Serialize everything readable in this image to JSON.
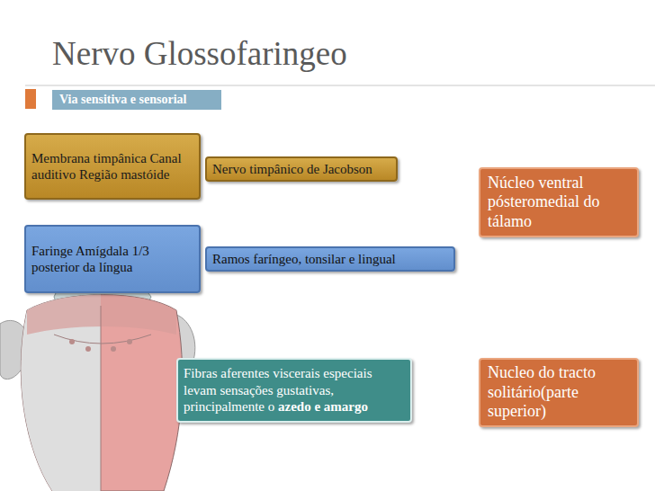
{
  "diagram": {
    "title": "Nervo Glossofaringeo",
    "nodes": [
      {
        "text": [
          "Via sensitiva e sensorial"
        ]
      },
      {
        "text": [
          "Membrana timpânica Canal auditivo Região mastóide"
        ]
      },
      {
        "text": [
          "Nervo timpânico de Jacobson"
        ]
      },
      {
        "text": [
          "Núcleo ventral pósteromedial do tálamo"
        ]
      },
      {
        "text": [
          "Faringe Amígdala 1/3 posterior da língua"
        ]
      },
      {
        "text": [
          "Ramos faríngeo, tonsilar e lingual"
        ]
      },
      {
        "text": [
          "Fibras aferentes viscerais especiais levam sensações gustativas, principalmente o",
          "azedo e amargo"
        ]
      },
      {
        "text": [
          "Nucleo do tracto solitário(parte superior)"
        ]
      }
    ]
  }
}
